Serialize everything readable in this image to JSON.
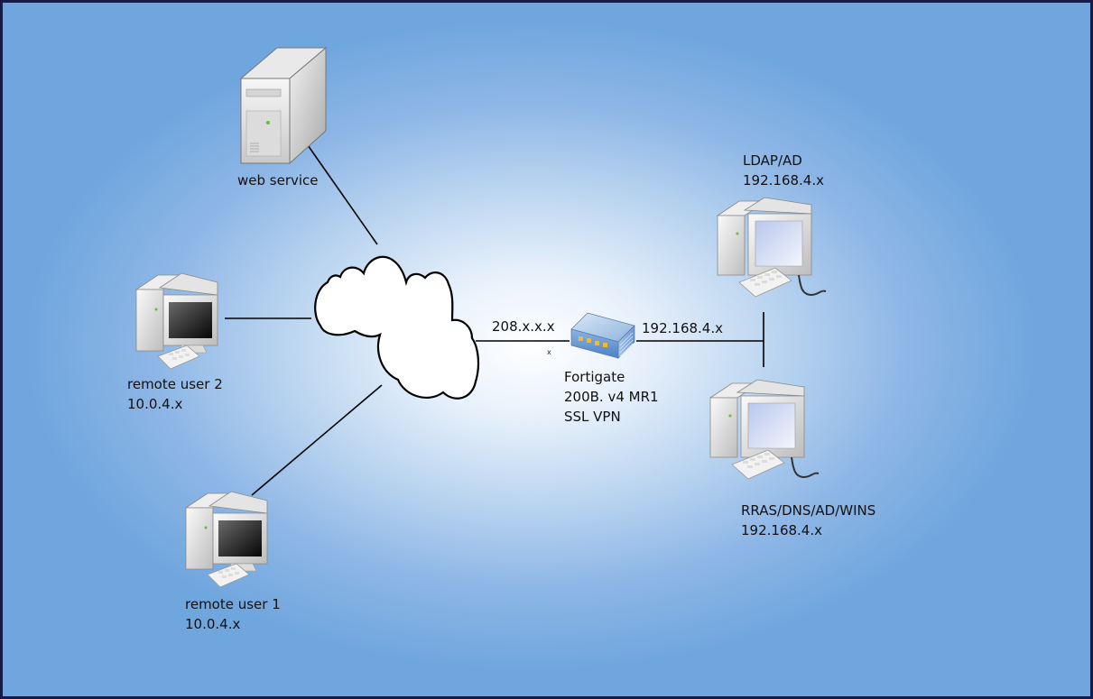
{
  "diagram": {
    "title": "SSL VPN network topology",
    "colors": {
      "background_center": "#ffffff",
      "background_edge": "#70a6de",
      "border": "#141a4a",
      "link": "#000000",
      "cloud_fill": "#ffffff"
    },
    "nodes": {
      "web_service": {
        "name": "web service",
        "type": "server-tower"
      },
      "remote_user_2": {
        "name": "remote user 2",
        "ip": "10.0.4.x",
        "type": "workstation"
      },
      "remote_user_1": {
        "name": "remote user 1",
        "ip": "10.0.4.x",
        "type": "workstation"
      },
      "internet": {
        "name": "",
        "type": "cloud"
      },
      "fortigate": {
        "line1": "Fortigate",
        "line2": "200B. v4 MR1",
        "line3": "SSL VPN",
        "type": "firewall-appliance"
      },
      "ldap_ad": {
        "name": "LDAP/AD",
        "ip": "192.168.4.x",
        "type": "workstation"
      },
      "rras": {
        "name": "RRAS/DNS/AD/WINS",
        "ip": "192.168.4.x",
        "type": "workstation"
      }
    },
    "links": [
      {
        "from": "web_service",
        "to": "internet",
        "label": ""
      },
      {
        "from": "remote_user_2",
        "to": "internet",
        "label": ""
      },
      {
        "from": "remote_user_1",
        "to": "internet",
        "label": ""
      },
      {
        "from": "internet",
        "to": "fortigate",
        "label": "208.x.x.x"
      },
      {
        "from": "fortigate",
        "to": "lan_bus",
        "label": "192.168.4.x"
      },
      {
        "from": "lan_bus",
        "to": "ldap_ad",
        "label": ""
      },
      {
        "from": "lan_bus",
        "to": "rras",
        "label": ""
      }
    ],
    "stray_mark": "x"
  }
}
